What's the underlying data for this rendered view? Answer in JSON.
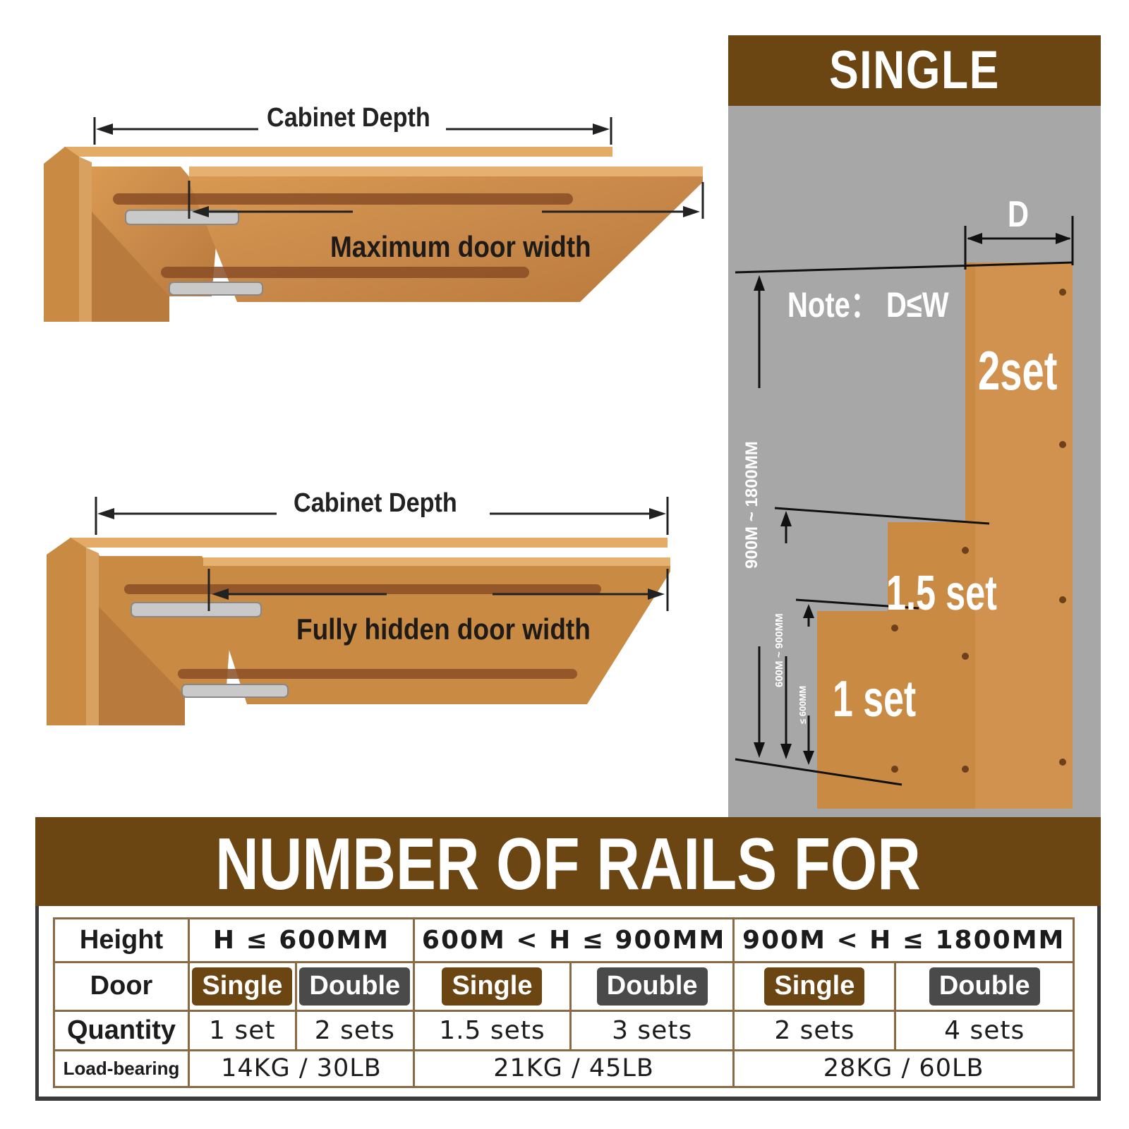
{
  "colors": {
    "brand_brown": "#6b4612",
    "panel_gray": "#a7a7a7",
    "wood": "#c98a44",
    "dark_gray_pill": "#4a4a4a"
  },
  "cabinets": {
    "top": {
      "depth_label": "Cabinet Depth",
      "door_label": "Maximum door width"
    },
    "bottom": {
      "depth_label": "Cabinet Depth",
      "door_label": "Fully hidden door width"
    }
  },
  "single_door": {
    "title": "SINGLE  DOOR",
    "d_label": "D",
    "note": "Note： D≤W",
    "range_full": "900M ~ 1800MM",
    "range_mid": "600M ~ 900MM",
    "range_small": "≤ 600MM",
    "sets": [
      "2set",
      "1.5 set",
      "1 set"
    ]
  },
  "table": {
    "title": "NUMBER OF RAILS FOR DOOR",
    "row_labels": {
      "height": "Height",
      "door": "Door",
      "quantity": "Quantity",
      "load": "Load-bearing"
    },
    "columns": [
      {
        "range": "H ≤ 600MM",
        "single": "Single",
        "double": "Double",
        "qty_single": "1 set",
        "qty_double": "2 sets",
        "load": "14KG / 30LB"
      },
      {
        "range": "600M < H ≤ 900MM",
        "single": "Single",
        "double": "Double",
        "qty_single": "1.5 sets",
        "qty_double": "3 sets",
        "load": "21KG / 45LB"
      },
      {
        "range": "900M < H ≤ 1800MM",
        "single": "Single",
        "double": "Double",
        "qty_single": "2 sets",
        "qty_double": "4 sets",
        "load": "28KG / 60LB"
      }
    ]
  }
}
